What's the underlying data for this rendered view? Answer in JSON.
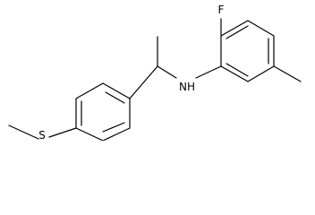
{
  "structure": {
    "atoms": {
      "fluorine": "F",
      "amine": "NH",
      "sulfur": "S"
    }
  }
}
